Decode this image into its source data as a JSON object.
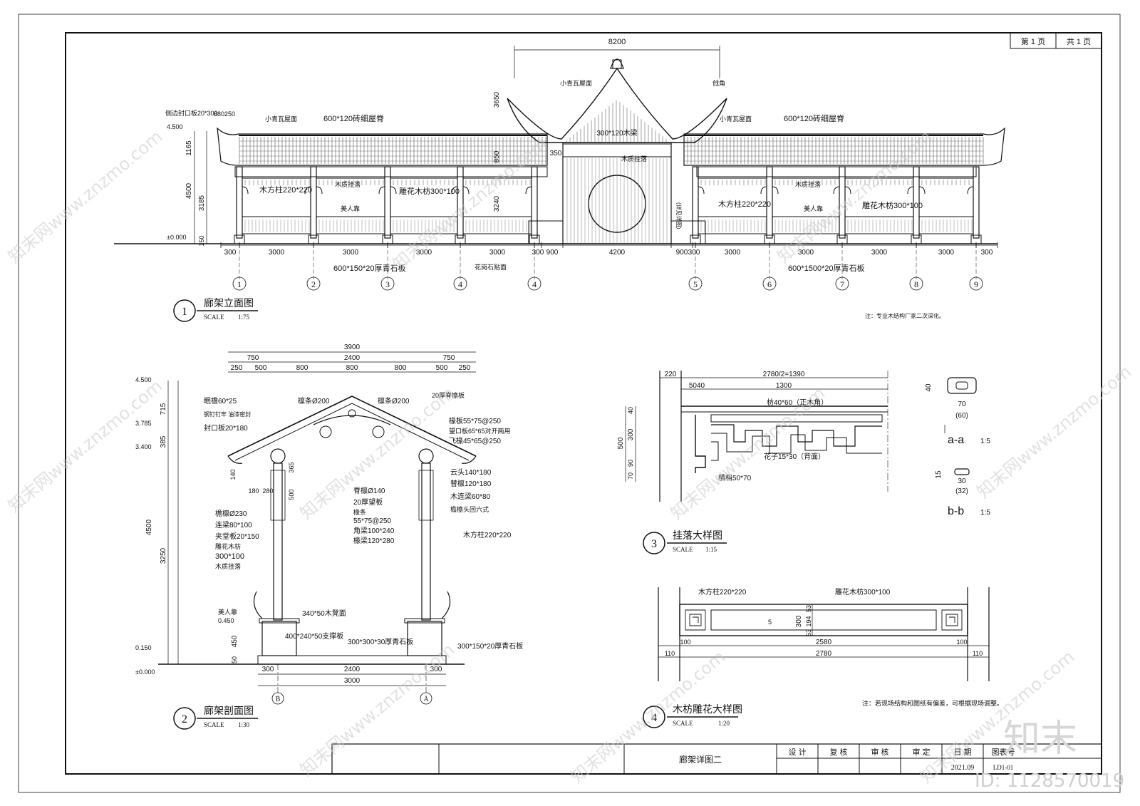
{
  "sheet": {
    "page_label": "第 1 页",
    "total_label": "共 1 页",
    "title_block": {
      "drawing_title": "廊架详图二",
      "design": "设 计",
      "check": "复 核",
      "review": "审 核",
      "approve": "审 定",
      "date_label": "日 期",
      "drawing_no_label": "图表号",
      "date_value": "2021.09",
      "drawing_no": "LD1-01"
    }
  },
  "elevation": {
    "number": "1",
    "title": "廊架立面图",
    "scale_label": "SCALE",
    "scale": "1:75",
    "overall_width": "8200",
    "note": "注：专业木结构厂家二次深化。",
    "bay_dims": [
      "300",
      "3000",
      "3000",
      "3000",
      "3000",
      "300",
      "900",
      "4200",
      "900",
      "300",
      "3000",
      "3000",
      "3000",
      "3000",
      "300"
    ],
    "axes": [
      "1",
      "2",
      "3",
      "4",
      "4",
      "5",
      "6",
      "7",
      "8",
      "9"
    ],
    "height_dims": [
      "1165",
      "4500",
      "3185",
      "150",
      "3650",
      "850",
      "350",
      "3240"
    ],
    "levels": [
      "4.500",
      "±0.000"
    ],
    "labels": {
      "eave_board": "侧边封口板20*300",
      "eave_dims": "680250",
      "roof_tile_l": "小青瓦屋面",
      "beam_l": "600*120砖细屋脊",
      "roof_tile_c": "小青瓦屋面",
      "ridge_c": "戗角",
      "beam_c": "300*120木梁",
      "lintel_c": "木质挂落",
      "roof_tile_r": "小青瓦屋面",
      "beam_r": "600*120砖细屋脊",
      "post_l": "木方柱220*220",
      "hanging_l": "木质挂落",
      "carved_l": "雕花木枋300*100",
      "bench_l": "美人靠",
      "post_r": "木方柱220*220",
      "hanging_r": "木质挂落",
      "carved_r": "雕花木枋300*100",
      "bench_r": "美人靠",
      "stone_l": "600*150*20厚青石板",
      "stone_base": "花岗石贴面",
      "stone_r": "600*1500*20厚青石板",
      "side_note": "(详见详图)"
    }
  },
  "section": {
    "number": "2",
    "title": "廊架剖面图",
    "scale_label": "SCALE",
    "scale": "1:30",
    "top_dims": [
      "3900",
      "750",
      "2400",
      "750",
      "250",
      "500",
      "800",
      "800",
      "800",
      "500",
      "250"
    ],
    "bottom_dims": [
      "300",
      "2400",
      "300",
      "3000"
    ],
    "height_dims": [
      "715",
      "385",
      "4500",
      "3250",
      "450",
      "50",
      "140",
      "180",
      "280",
      "365",
      "500"
    ],
    "levels": [
      "4.500",
      "3.785",
      "3.400",
      "0.450",
      "0.150",
      "±0.000"
    ],
    "axes": [
      "B",
      "A"
    ],
    "labels_left": [
      "眠檐60*25",
      "钢钉钉牢 油漆密封",
      "封口板20*180",
      "檐檩Ø230",
      "连梁80*100",
      "夹堂板20*150",
      "雕花木枋",
      "300*100",
      "木质挂落",
      "美人靠"
    ],
    "labels_top": [
      "檩条Ø200",
      "檩条Ø200",
      "20厚脊檩板"
    ],
    "labels_right": [
      "椽板55*75@250",
      "望口板65*65对开两用",
      "飞椽45*65@250",
      "云头140*180",
      "替檩120*180",
      "木连梁60*80",
      "檐檩头回六式",
      "木方柱220*220"
    ],
    "labels_center": [
      "脊檩Ø140",
      "20厚望板",
      "椽条",
      "55*75@250",
      "角梁100*240",
      "椽梁120*280"
    ],
    "labels_bottom": [
      "340*50木凳面",
      "400*240*50支撑板",
      "300*300*30厚青石板",
      "300*150*20厚青石板"
    ]
  },
  "hanging": {
    "number": "3",
    "title": "挂落大样图",
    "scale_label": "SCALE",
    "scale": "1:15",
    "dims_top": [
      "220",
      "2780/2=1390",
      "5040",
      "1300"
    ],
    "dims_left": [
      "500",
      "40",
      "300",
      "90",
      "70"
    ],
    "labels": [
      "枋40*60（正木角）",
      "花子15*30（背面）",
      "横档50*70"
    ],
    "sec_a": {
      "dim1": "40",
      "dim2": "70",
      "dim3": "(60)",
      "label": "a-a",
      "scale": "1:5"
    },
    "sec_b": {
      "dim1": "15",
      "dim2": "30",
      "dim3": "(32)",
      "label": "b-b",
      "scale": "1:5"
    }
  },
  "carved": {
    "number": "4",
    "title": "木枋雕花大样图",
    "scale_label": "SCALE",
    "scale": "1:20",
    "labels": [
      "木方柱220*220",
      "雕花木枋300*100"
    ],
    "dims": [
      "300",
      "53",
      "194",
      "53",
      "5",
      "100",
      "2580",
      "100",
      "110",
      "2780",
      "110"
    ],
    "note": "注：若现场结构和图纸有偏差，可根据现场调整。"
  },
  "watermarks": {
    "site": "知末网www.znzmo.com",
    "brand": "知末",
    "id": "ID: 1128570019"
  }
}
